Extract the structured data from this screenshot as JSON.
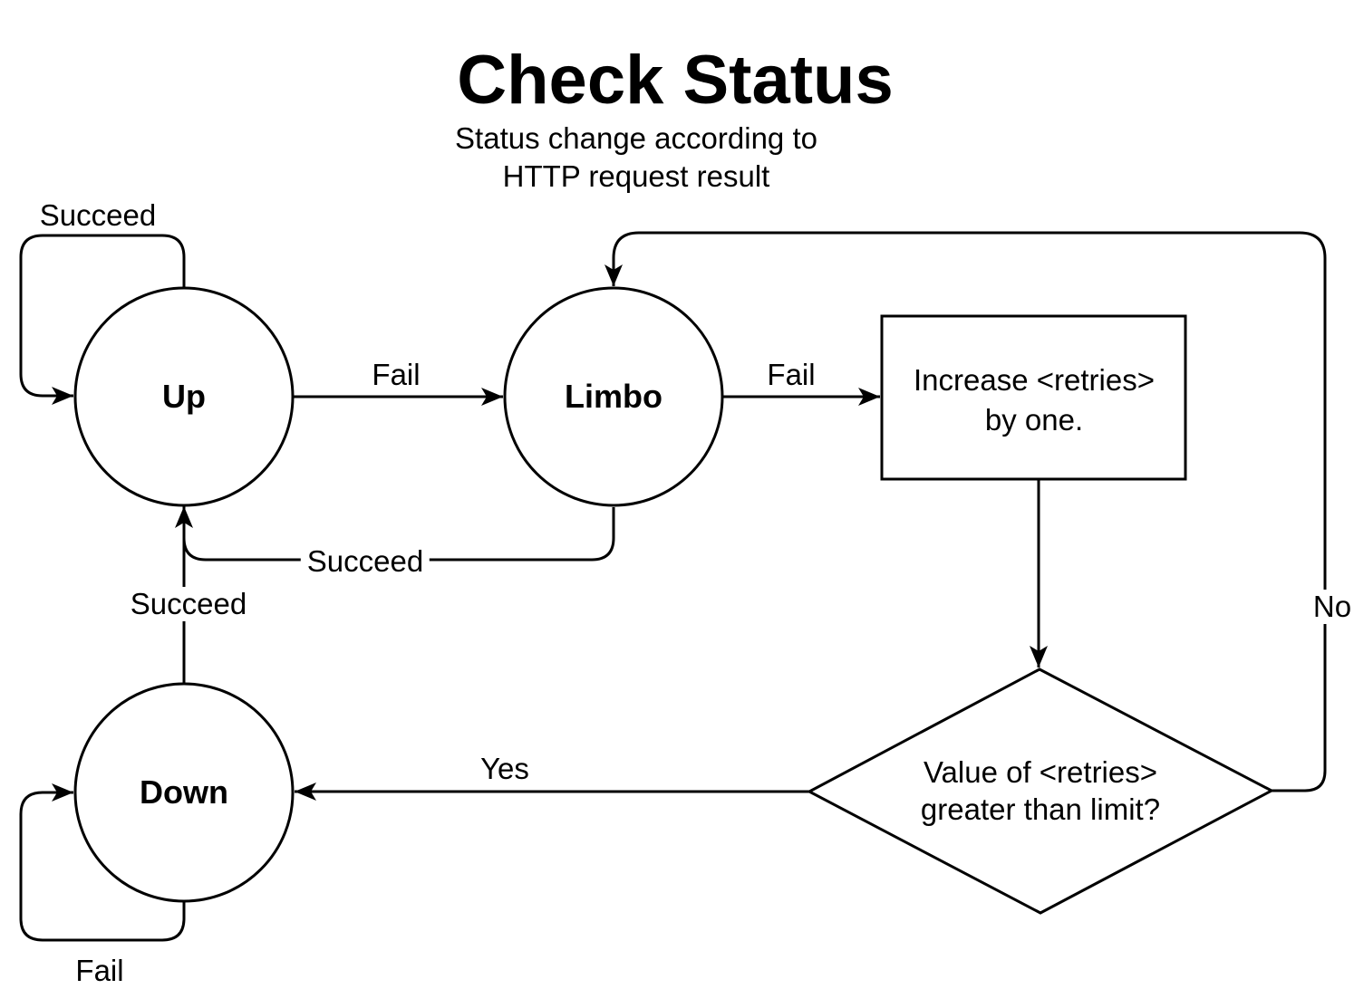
{
  "header": {
    "title": "Check Status",
    "subtitle": "Status change according to\nHTTP request result"
  },
  "nodes": {
    "up": {
      "label": "Up"
    },
    "limbo": {
      "label": "Limbo"
    },
    "down": {
      "label": "Down"
    },
    "increase_retries": {
      "text": "Increase <retries>\nby one."
    },
    "retries_decision": {
      "text": "Value of <retries>\ngreater than limit?"
    }
  },
  "edges": {
    "up_self": {
      "label": "Succeed"
    },
    "up_to_limbo": {
      "label": "Fail"
    },
    "limbo_to_increase": {
      "label": "Fail"
    },
    "limbo_to_up": {
      "label": "Succeed"
    },
    "down_to_up": {
      "label": "Succeed"
    },
    "decision_to_down": {
      "label": "Yes"
    },
    "decision_to_limbo": {
      "label": "No"
    },
    "down_self": {
      "label": "Fail"
    }
  },
  "colors": {
    "stroke": "#000000",
    "background": "#ffffff"
  }
}
